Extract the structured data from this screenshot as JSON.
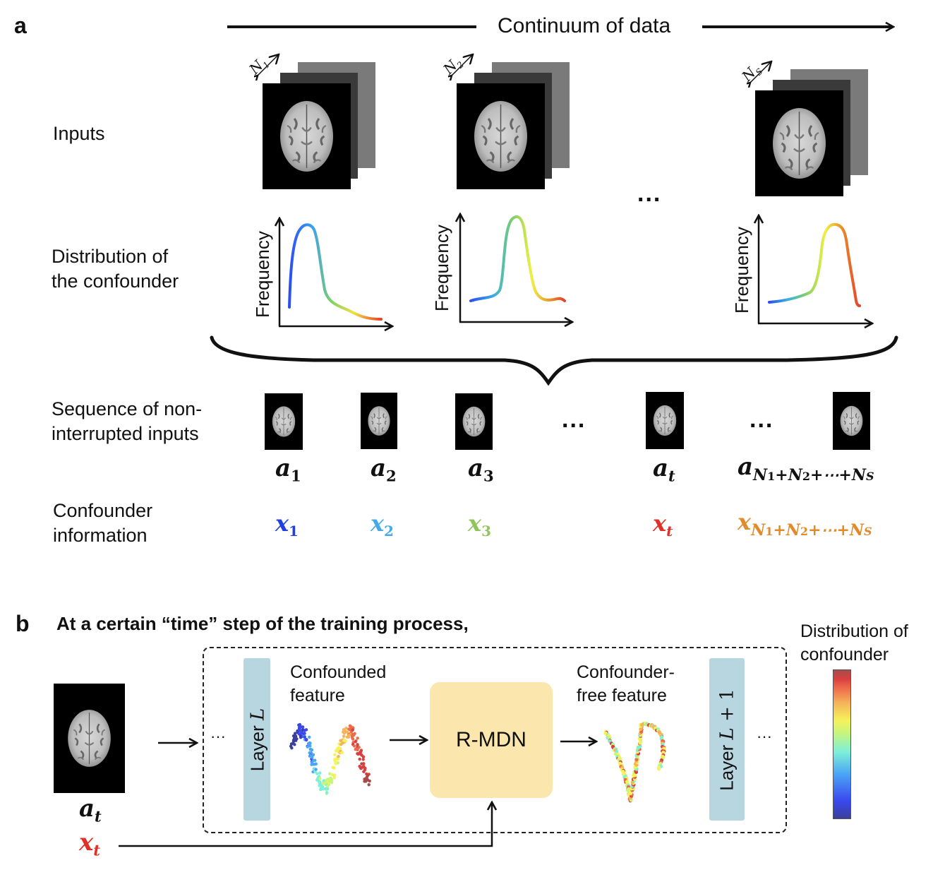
{
  "panel_a": {
    "letter": "a",
    "continuum_label": "Continuum of data",
    "row_labels": {
      "inputs": "Inputs",
      "distribution_line1": "Distribution of",
      "distribution_line2": "the confounder",
      "sequence_line1": "Sequence of non-",
      "sequence_line2": "interrupted inputs",
      "confounder_line1": "Confounder",
      "confounder_line2": "information"
    },
    "stacks": [
      {
        "count_label": "N",
        "count_sub": "1"
      },
      {
        "count_label": "N",
        "count_sub": "2"
      },
      {
        "count_label": "N",
        "count_sub": "S"
      }
    ],
    "ellipsis": "...",
    "frequency_axis_label": "Frequency",
    "distributions": [
      {
        "shape": "right-skewed peak (early)",
        "gradient": [
          "#2b4ff0",
          "#3aa0f0",
          "#7ccf6a",
          "#f0e040",
          "#e8402a"
        ]
      },
      {
        "shape": "narrow central peak",
        "gradient": [
          "#2b4ff0",
          "#3ab0e0",
          "#7ccf6a",
          "#f0f040",
          "#e8902a",
          "#e8402a"
        ]
      },
      {
        "shape": "left-skewed peak (late)",
        "gradient": [
          "#2b4ff0",
          "#3ab0e0",
          "#7ccf6a",
          "#f0f040",
          "#e8902a",
          "#e8402a"
        ]
      }
    ],
    "sequence": [
      {
        "a_base": "a",
        "a_sub": "1",
        "x_base": "x",
        "x_sub": "1",
        "x_color": "#2040e0"
      },
      {
        "a_base": "a",
        "a_sub": "2",
        "x_base": "x",
        "x_sub": "2",
        "x_color": "#45aae8"
      },
      {
        "a_base": "a",
        "a_sub": "3",
        "x_base": "x",
        "x_sub": "3",
        "x_color": "#8fc45a"
      },
      {
        "a_base": "a",
        "a_sub": "t",
        "x_base": "x",
        "x_sub": "t",
        "x_color": "#e0302a"
      },
      {
        "a_base": "a",
        "a_sub": "N₁+N₂+⋯+N_S",
        "x_base": "x",
        "x_sub": "N₁+N₂+⋯+N_S",
        "x_color": "#e08a2a"
      }
    ],
    "sequence_sub_parts": [
      "N",
      "1",
      "+N",
      "2",
      "+⋯+N",
      "S"
    ]
  },
  "panel_b": {
    "letter": "b",
    "title": "At a certain “time” step of the training process,",
    "input": {
      "a_base": "a",
      "a_sub": "t",
      "x_base": "x",
      "x_sub": "t",
      "x_color": "#e0302a"
    },
    "ellipsis": "···",
    "layer_l_prefix": "Layer ",
    "layer_l_var": "L",
    "layer_l1_suffix": " + 1",
    "confounded_line1": "Confounded",
    "confounded_line2": "feature",
    "rmdn_label": "R-MDN",
    "free_line1": "Confounder-",
    "free_line2": "free feature",
    "colorbar_line1": "Distribution of",
    "colorbar_line2": "confounder",
    "colorbar_stops": [
      "#3b3f9a",
      "#3a48f0",
      "#4aa6f5",
      "#7ef0d8",
      "#c9f57a",
      "#f5f25a",
      "#f5b35a",
      "#ee6a4a",
      "#d84040",
      "#a84a4a"
    ]
  }
}
